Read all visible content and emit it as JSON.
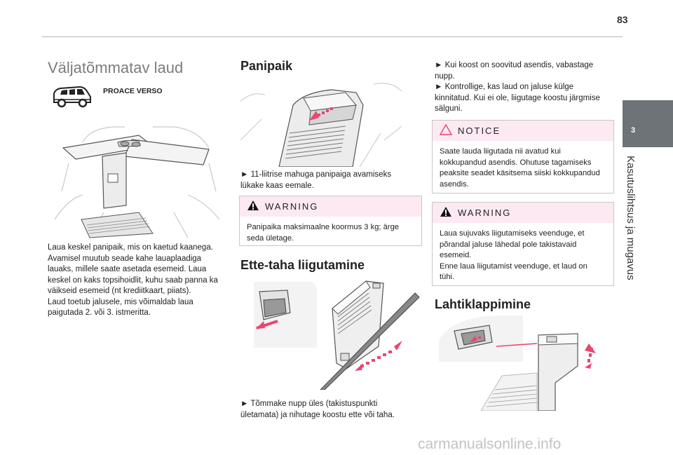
{
  "page": {
    "number": "83"
  },
  "sidebar": {
    "chapter_number": "3",
    "chapter_title": "Kasutuslihtsus ja mugavus"
  },
  "col1": {
    "title": "Väljatõmmatav laud",
    "vehicle_label": "PROACE VERSO",
    "paragraph_lines": [
      "Laua keskel panipaik, mis on kaetud kaanega.",
      "Avamisel muutub seade kahe lauaplaadiga",
      "lauaks, millele saate asetada esemeid. Laua",
      "keskel on kaks topsihoidlit, kuhu saab panna ka",
      "väikseid esemeid (nt krediitkaart, piiats).",
      "Laud toetub jalusele, mis võimaldab laua",
      "paigutada 2. või 3. istmeritta."
    ]
  },
  "col2": {
    "section1_title": "Panipaik",
    "section1_lines": [
      "► 11-liitrise mahuga panipaiga avamiseks",
      "lükake kaas eemale."
    ],
    "warning1": {
      "label": "WARNING",
      "lines": [
        "Panipaika maksimaalne koormus 3 kg; ärge",
        "seda ületage."
      ]
    },
    "section2_title": "Ette-taha liigutamine",
    "section2_lines": [
      "► Tõmmake nupp üles (takistuspunkti",
      "ületamata) ja nihutage koostu ette või taha."
    ]
  },
  "col3": {
    "intro_lines": [
      "► Kui koost on soovitud asendis, vabastage",
      "nupp.",
      "► Kontrollige, kas laud on jaluse külge",
      "kinnitatud. Kui ei ole, liigutage koostu järgmise",
      "sälguni."
    ],
    "notice": {
      "label": "NOTICE",
      "lines": [
        "Saate lauda liigutada nii avatud kui",
        "kokkupandud asendis. Ohutuse tagamiseks",
        "peaksite seadet käsitsema siiski kokkupandud",
        "asendis."
      ]
    },
    "warning2": {
      "label": "WARNING",
      "lines": [
        "Laua sujuvaks liigutamiseks veenduge, et",
        "põrandal jaluse lähedal pole takistavaid",
        "esemeid.",
        "Enne laua liigutamist veenduge, et laud on",
        "tühi."
      ]
    },
    "section3_title": "Lahtiklappimine"
  },
  "watermark": "carmanualsonline.info",
  "colors": {
    "accent_pink": "#e8466f",
    "box_head_bg": "#fde9f2",
    "sidebar_tab": "#6d7377",
    "title_gray": "#7d7d7d"
  }
}
